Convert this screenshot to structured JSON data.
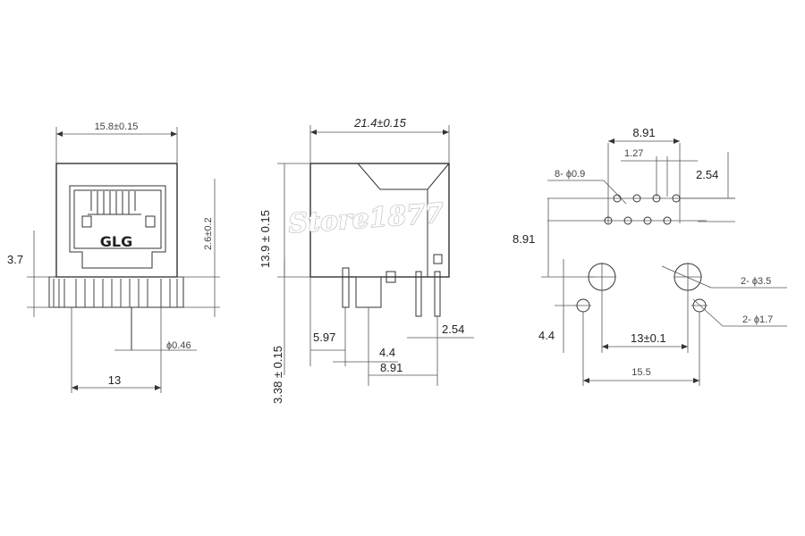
{
  "front_view": {
    "width_label": "15.8±0.15",
    "height_label": "2.6±0.2",
    "side_label": "3.7",
    "pin_dia_label": "ϕ0.46",
    "pin_span_label": "13",
    "brand": "GLG"
  },
  "side_view": {
    "length_label": "21.4±0.15",
    "height_label": "13.9 ± 0.15",
    "lead_label": "3.38 ± 0.15",
    "d1_label": "5.97",
    "d2_label": "4.4",
    "d3_label": "8.91",
    "d4_label": "2.54"
  },
  "footprint_view": {
    "top_width_label": "8.91",
    "pitch_label": "1.27",
    "row_gap_label": "2.54",
    "pin_holes_label": "8- ϕ0.9",
    "vertical_label": "8.91",
    "mount_holes_label": "2- ϕ3.5",
    "small_holes_label": "2- ϕ1.7",
    "offset_label": "4.4",
    "inner_span_label": "13±0.1",
    "outer_span_label": "15.5"
  },
  "watermark": "Store1877"
}
